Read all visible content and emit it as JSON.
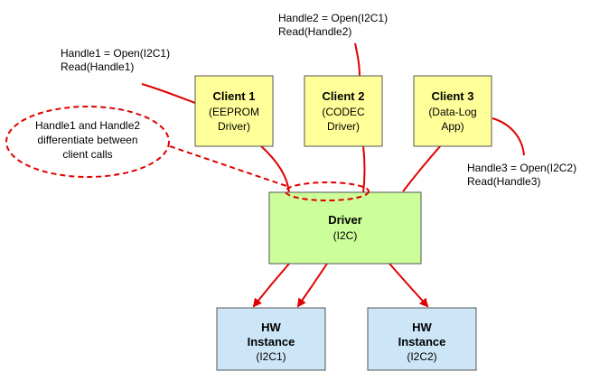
{
  "colors": {
    "client_fill": "#FFFF99",
    "driver_fill": "#CCFF99",
    "hw_fill": "#CCE6F7",
    "arrow": "#E00000",
    "callout": "#E00000",
    "border": "#555555"
  },
  "clients": [
    {
      "title": "Client 1",
      "sub1": "(EEPROM",
      "sub2": "Driver)"
    },
    {
      "title": "Client 2",
      "sub1": "(CODEC",
      "sub2": "Driver)"
    },
    {
      "title": "Client 3",
      "sub1": "(Data-Log",
      "sub2": "App)"
    }
  ],
  "driver": {
    "title": "Driver",
    "sub": "(I2C)"
  },
  "hw": [
    {
      "line1": "HW",
      "line2": "Instance",
      "sub": "(I2C1)"
    },
    {
      "line1": "HW",
      "line2": "Instance",
      "sub": "(I2C2)"
    }
  ],
  "notes": {
    "handle1": [
      "Handle1 = Open(I2C1)",
      "Read(Handle1)"
    ],
    "handle2": [
      "Handle2 = Open(I2C1)",
      "Read(Handle2)"
    ],
    "handle3": [
      "Handle3 = Open(I2C2)",
      "Read(Handle3)"
    ]
  },
  "callout": [
    "Handle1 and Handle2",
    "differentiate between",
    "client calls"
  ]
}
